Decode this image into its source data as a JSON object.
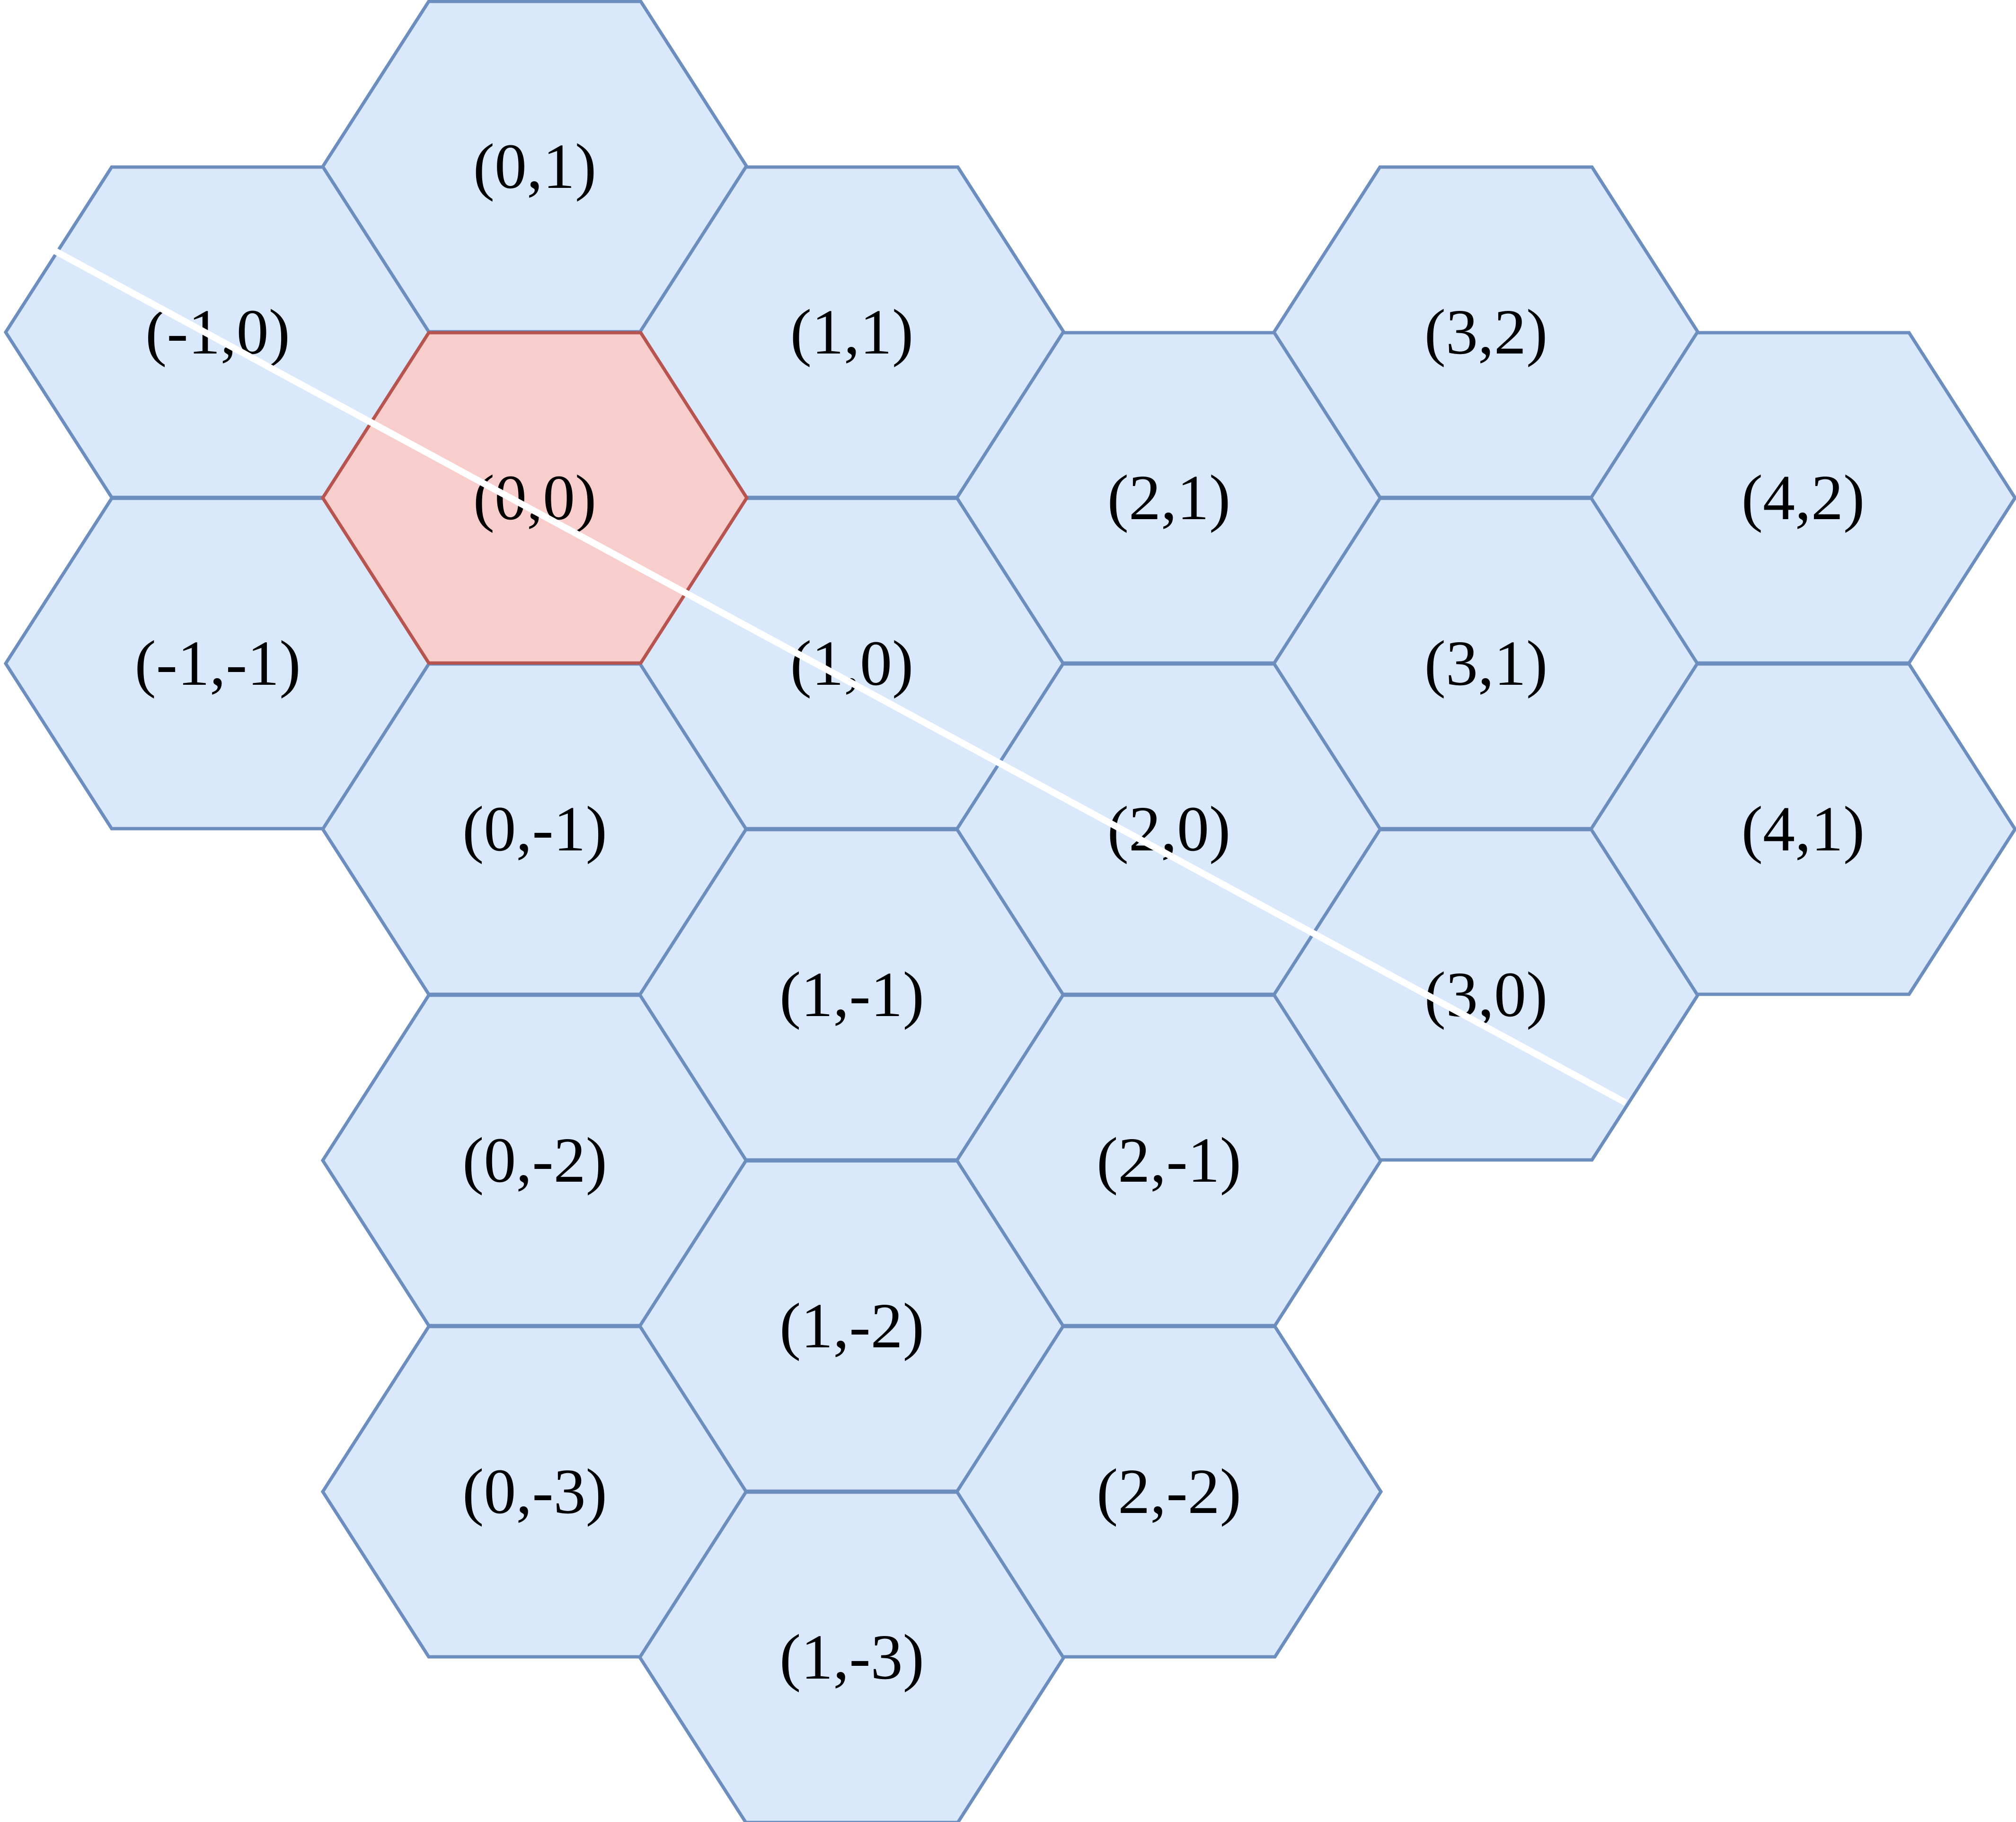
{
  "colors": {
    "hex_fill": "#dae8fc",
    "hex_stroke": "#6c8ebf",
    "highlight_fill": "#f8cecc",
    "highlight_stroke": "#b85450",
    "label_color": "#000000",
    "line_color": "#ffffff",
    "background": "#ffffff"
  },
  "hexes": [
    {
      "q": -1,
      "r": 0,
      "label": "(-1,0)"
    },
    {
      "q": -1,
      "r": -1,
      "label": "(-1,-1)"
    },
    {
      "q": 0,
      "r": 1,
      "label": "(0,1)"
    },
    {
      "q": 0,
      "r": 0,
      "label": "(0,0)",
      "highlight": true
    },
    {
      "q": 0,
      "r": -1,
      "label": "(0,-1)"
    },
    {
      "q": 0,
      "r": -2,
      "label": "(0,-2)"
    },
    {
      "q": 0,
      "r": -3,
      "label": "(0,-3)"
    },
    {
      "q": 1,
      "r": 1,
      "label": "(1,1)"
    },
    {
      "q": 1,
      "r": 0,
      "label": "(1,0)"
    },
    {
      "q": 1,
      "r": -1,
      "label": "(1,-1)"
    },
    {
      "q": 1,
      "r": -2,
      "label": "(1,-2)"
    },
    {
      "q": 1,
      "r": -3,
      "label": "(1,-3)"
    },
    {
      "q": 2,
      "r": 1,
      "label": "(2,1)"
    },
    {
      "q": 2,
      "r": 0,
      "label": "(2,0)"
    },
    {
      "q": 2,
      "r": -1,
      "label": "(2,-1)"
    },
    {
      "q": 2,
      "r": -2,
      "label": "(2,-2)"
    },
    {
      "q": 3,
      "r": 2,
      "label": "(3,2)"
    },
    {
      "q": 3,
      "r": 1,
      "label": "(3,1)"
    },
    {
      "q": 3,
      "r": 0,
      "label": "(3,0)"
    },
    {
      "q": 4,
      "r": 2,
      "label": "(4,2)"
    },
    {
      "q": 4,
      "r": 1,
      "label": "(4,1)"
    }
  ]
}
